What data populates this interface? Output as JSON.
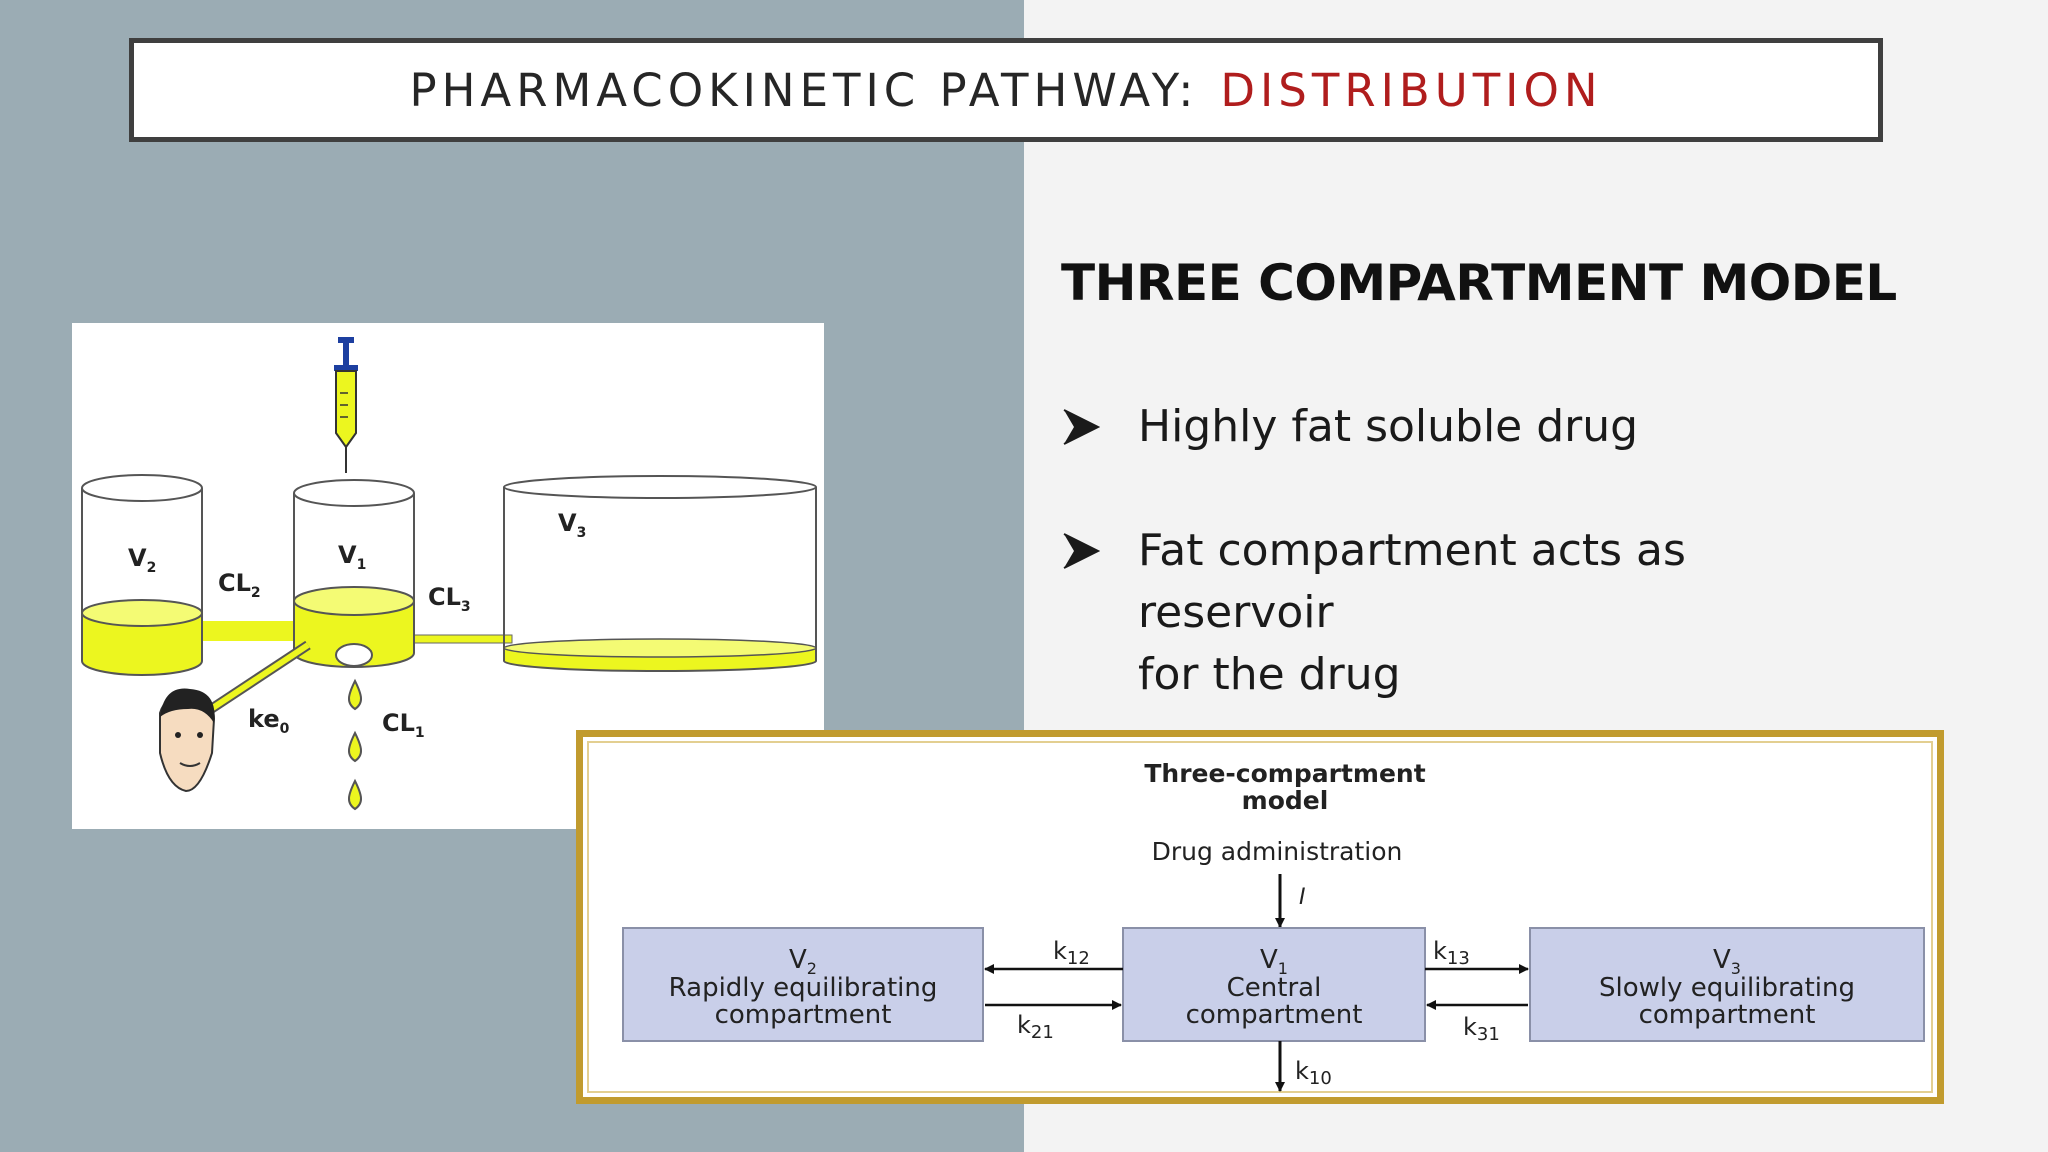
{
  "slide": {
    "title_prefix": "PHARMACOKINETIC PATHWAY:",
    "title_accent": "DISTRIBUTION",
    "heading": "THREE COMPARTMENT MODEL",
    "bullets": [
      {
        "line1": "Highly fat soluble drug",
        "line2": ""
      },
      {
        "line1": "Fat compartment acts as reservoir",
        "line2": "for the drug"
      }
    ]
  },
  "illustration": {
    "v2": "V",
    "v2_sub": "2",
    "v1": "V",
    "v1_sub": "1",
    "v3": "V",
    "v3_sub": "3",
    "cl2": "CL",
    "cl2_sub": "2",
    "cl3": "CL",
    "cl3_sub": "3",
    "cl1": "CL",
    "cl1_sub": "1",
    "ke0": "ke",
    "ke0_sub": "0",
    "fluid_color": "#ecf61f"
  },
  "model_diagram": {
    "title_line1": "Three-compartment",
    "title_line2": "model",
    "input_label": "Drug administration",
    "input_symbol": "I",
    "left_box": {
      "name": "V",
      "sub": "2",
      "line2": "Rapidly equilibrating",
      "line3": "compartment"
    },
    "center_box": {
      "name": "V",
      "sub": "1",
      "line2": "Central",
      "line3": "compartment"
    },
    "right_box": {
      "name": "V",
      "sub": "3",
      "line2": "Slowly equilibrating",
      "line3": "compartment"
    },
    "k12": "k",
    "k12_sub": "12",
    "k21": "k",
    "k21_sub": "21",
    "k13": "k",
    "k13_sub": "13",
    "k31": "k",
    "k31_sub": "31",
    "k10": "k",
    "k10_sub": "10",
    "box_fill": "#c9cfe9"
  }
}
